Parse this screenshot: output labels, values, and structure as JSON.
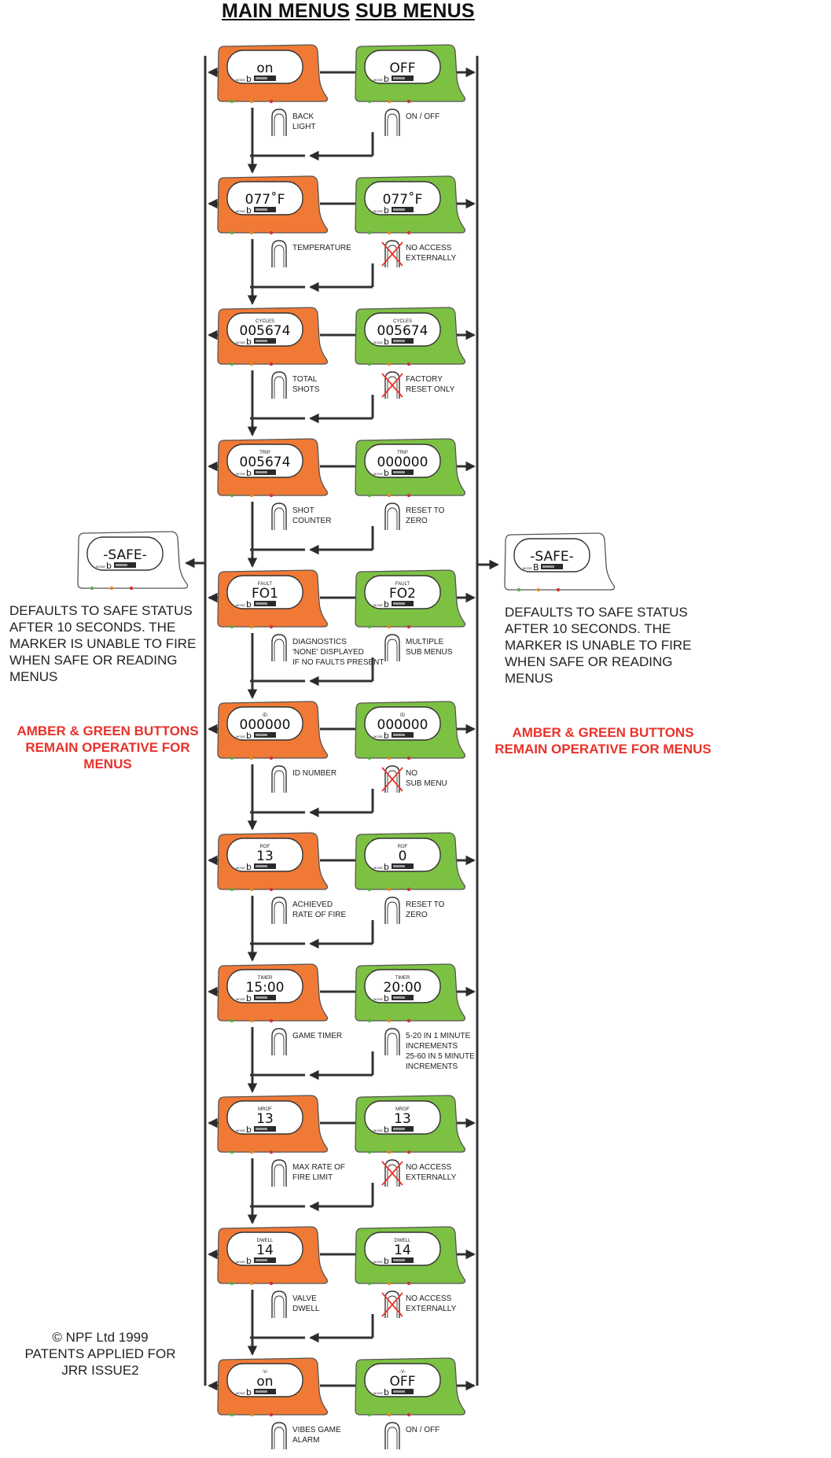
{
  "headers": {
    "main": "MAIN MENUS",
    "sub": "SUB MENUS"
  },
  "colors": {
    "main_body": "#f07a35",
    "sub_body": "#7dc143",
    "safe_body": "#ffffff",
    "alert_text": "#e8322a",
    "line": "#333333"
  },
  "rows": [
    {
      "main": {
        "label": "",
        "value": "on"
      },
      "sub": {
        "label": "",
        "value": "OFF"
      },
      "main_caption": "BACK\nLIGHT",
      "sub_caption": "ON / OFF",
      "sub_no_access": false
    },
    {
      "main": {
        "label": "",
        "value": "077˚F"
      },
      "sub": {
        "label": "",
        "value": "077˚F"
      },
      "main_caption": "TEMPERATURE",
      "sub_caption": "NO ACCESS\nEXTERNALLY",
      "sub_no_access": true
    },
    {
      "main": {
        "label": "CYCLES",
        "value": "005674"
      },
      "sub": {
        "label": "CYCLES",
        "value": "005674"
      },
      "main_caption": "TOTAL\nSHOTS",
      "sub_caption": "FACTORY\nRESET ONLY",
      "sub_no_access": true
    },
    {
      "main": {
        "label": "TRIP",
        "value": "005674"
      },
      "sub": {
        "label": "TRIP",
        "value": "000000"
      },
      "main_caption": "SHOT\nCOUNTER",
      "sub_caption": "RESET TO\nZERO",
      "sub_no_access": false
    },
    {
      "main": {
        "label": "FAULT",
        "value": "FO1"
      },
      "sub": {
        "label": "FAULT",
        "value": "FO2"
      },
      "main_caption": "DIAGNOSTICS\n'NONE' DISPLAYED\nIF NO FAULTS PRESENT",
      "sub_caption": "MULTIPLE\nSUB MENUS",
      "sub_no_access": false
    },
    {
      "main": {
        "label": "ID",
        "value": "000000"
      },
      "sub": {
        "label": "ID",
        "value": "000000"
      },
      "main_caption": "ID NUMBER",
      "sub_caption": "NO\nSUB MENU",
      "sub_no_access": true
    },
    {
      "main": {
        "label": "ROF",
        "value": "13"
      },
      "sub": {
        "label": "ROF",
        "value": "0"
      },
      "main_caption": "ACHIEVED\nRATE OF FIRE",
      "sub_caption": "RESET TO\nZERO",
      "sub_no_access": false
    },
    {
      "main": {
        "label": "TIMER",
        "value": "15:00"
      },
      "sub": {
        "label": "TIMER",
        "value": "20:00"
      },
      "main_caption": "GAME TIMER",
      "sub_caption": "5-20 IN 1 MINUTE\nINCREMENTS\n25-60 IN 5 MINUTE\nINCREMENTS",
      "sub_no_access": false
    },
    {
      "main": {
        "label": "MROF",
        "value": "13"
      },
      "sub": {
        "label": "MROF",
        "value": "13"
      },
      "main_caption": "MAX RATE OF\nFIRE LIMIT",
      "sub_caption": "NO ACCESS\nEXTERNALLY",
      "sub_no_access": true
    },
    {
      "main": {
        "label": "DWELL",
        "value": "14"
      },
      "sub": {
        "label": "DWELL",
        "value": "14"
      },
      "main_caption": "VALVE\nDWELL",
      "sub_caption": "NO ACCESS\nEXTERNALLY",
      "sub_no_access": true
    },
    {
      "main": {
        "label": "-V-",
        "value": "on"
      },
      "sub": {
        "label": "-V-",
        "value": "OFF"
      },
      "main_caption": "VIBES GAME\nALARM",
      "sub_caption": "ON / OFF",
      "sub_no_access": false
    }
  ],
  "safe_left": {
    "value": "-SAFE-",
    "mode_letter": "b"
  },
  "safe_right": {
    "value": "-SAFE-",
    "mode_letter": "B"
  },
  "mode_label": "MODE",
  "mode_letter": "b",
  "left_note": "DEFAULTS TO SAFE STATUS AFTER 10 SECONDS. THE MARKER IS UNABLE TO FIRE WHEN SAFE OR READING MENUS",
  "right_note": "DEFAULTS TO SAFE STATUS AFTER 10 SECONDS. THE MARKER IS UNABLE TO FIRE WHEN SAFE OR READING MENUS",
  "left_ops": "AMBER & GREEN BUTTONS REMAIN OPERATIVE FOR MENUS",
  "right_ops": "AMBER & GREEN BUTTONS REMAIN OPERATIVE FOR MENUS",
  "credit": {
    "line1": "© NPF Ltd 1999",
    "line2": "PATENTS APPLIED FOR",
    "line3": "JRR ISSUE2"
  }
}
